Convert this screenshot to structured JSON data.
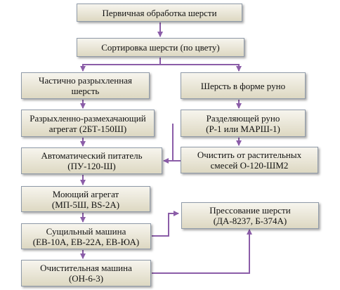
{
  "nodes": {
    "n1": {
      "lines": [
        "Первичная обработка шерсти"
      ]
    },
    "n2": {
      "lines": [
        "Сортировка шерсти (по цвету)"
      ]
    },
    "n3": {
      "lines": [
        "Частично разрыхленная",
        "шерсть"
      ]
    },
    "n4": {
      "lines": [
        "Шерсть в форме руно"
      ]
    },
    "n5": {
      "lines": [
        "Разрыхленно-размехачающий",
        "агрегат (2БТ-150Ш)"
      ]
    },
    "n6": {
      "lines": [
        "Разделяющей руно",
        "(Р-1 или МАРШ-1)"
      ]
    },
    "n7": {
      "lines": [
        "Автоматический питатель",
        "(ПУ-120-Ш)"
      ]
    },
    "n8": {
      "lines": [
        "Очистить от растительных",
        "смесей О-120-ШМ2"
      ]
    },
    "n9": {
      "lines": [
        "Моющий агрегат",
        "(МП-5Ш, BS-2A)"
      ]
    },
    "n10": {
      "lines": [
        "Прессование шерсти",
        "(ДА-8237, Б-374А)"
      ]
    },
    "n11": {
      "lines": [
        "Сущильный машина",
        "(ЕВ-10А, ЕВ-22А, ЕВ-ЮА)"
      ]
    },
    "n12": {
      "lines": [
        "Очистительная машина",
        "(ОН-6-3)"
      ]
    }
  },
  "colors": {
    "arrow": "#8b5da8",
    "box_border": "#8f9aa8"
  }
}
